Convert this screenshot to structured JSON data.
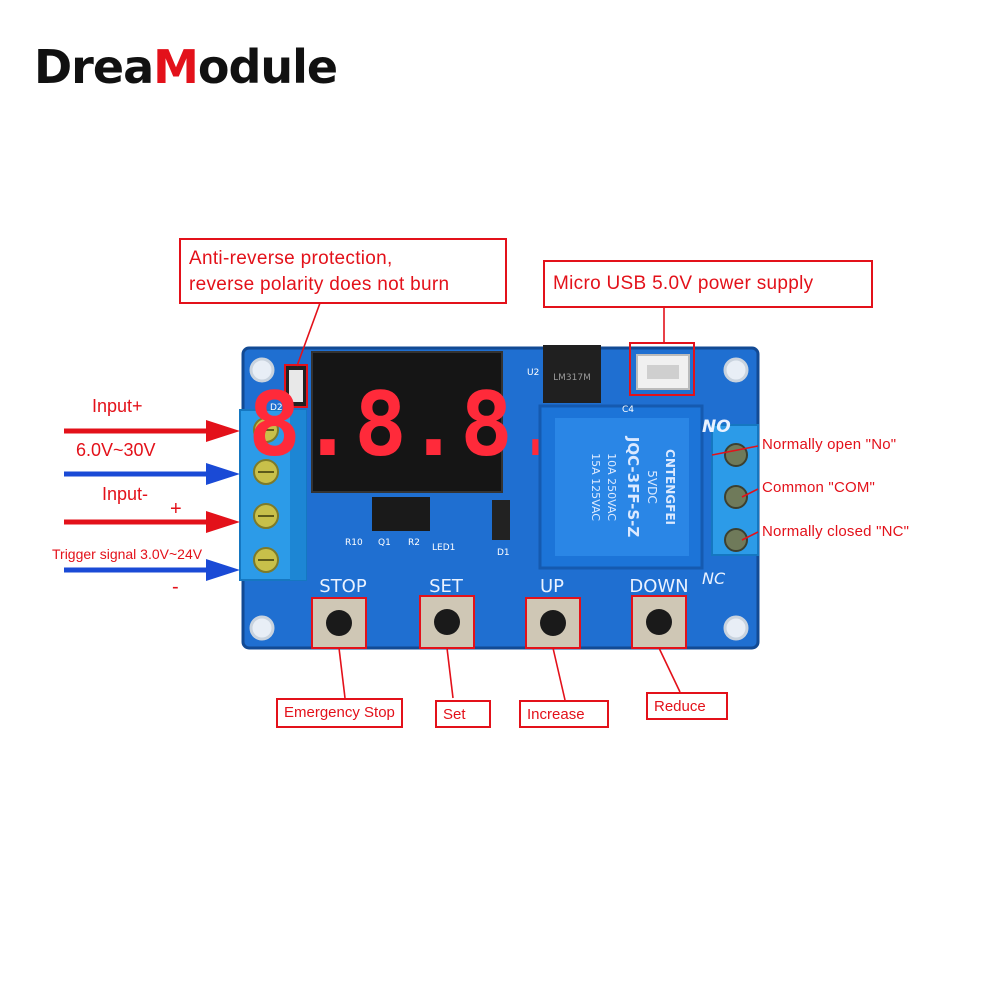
{
  "brand": {
    "part1": "Drea",
    "part2": "M",
    "part3": "odule"
  },
  "callouts": {
    "anti_reverse_line1": "Anti-reverse protection,",
    "anti_reverse_line2": "reverse polarity does not burn",
    "micro_usb": "Micro USB 5.0V power supply"
  },
  "inputs": {
    "input_plus": "Input+",
    "voltage": "6.0V~30V",
    "input_minus": "Input-",
    "plus_sign": "+",
    "trigger": "Trigger signal 3.0V~24V",
    "minus_sign": "-"
  },
  "outputs": {
    "no": "Normally open \"No\"",
    "com": "Common \"COM\"",
    "nc": "Normally closed \"NC\""
  },
  "buttons": {
    "stop": "Emergency Stop",
    "set": "Set",
    "up": "Increase",
    "down": "Reduce"
  },
  "board": {
    "silk_stop": "STOP",
    "silk_set": "SET",
    "silk_up": "UP",
    "silk_down": "DOWN",
    "silk_no": "NO",
    "silk_nc": "NC",
    "display": "8.8.8.",
    "relay_line1": "CNTENGFEI",
    "relay_line2": "5VDC",
    "relay_line3": "JQC-3FF-S-Z",
    "relay_line4": "10A 250VAC",
    "relay_line5": "15A 125VAC",
    "silk_d2": "D2",
    "silk_d1": "D1",
    "silk_u2": "U2",
    "silk_c4": "C4",
    "silk_r10": "R10",
    "silk_q1": "Q1",
    "silk_r2": "R2",
    "silk_led1": "LED1",
    "reg_text": "LM317M"
  },
  "colors": {
    "accent": "#e3111a",
    "pcb": "#1f6fd1",
    "terminal": "#2196e8",
    "display": "#ff2a3a"
  }
}
